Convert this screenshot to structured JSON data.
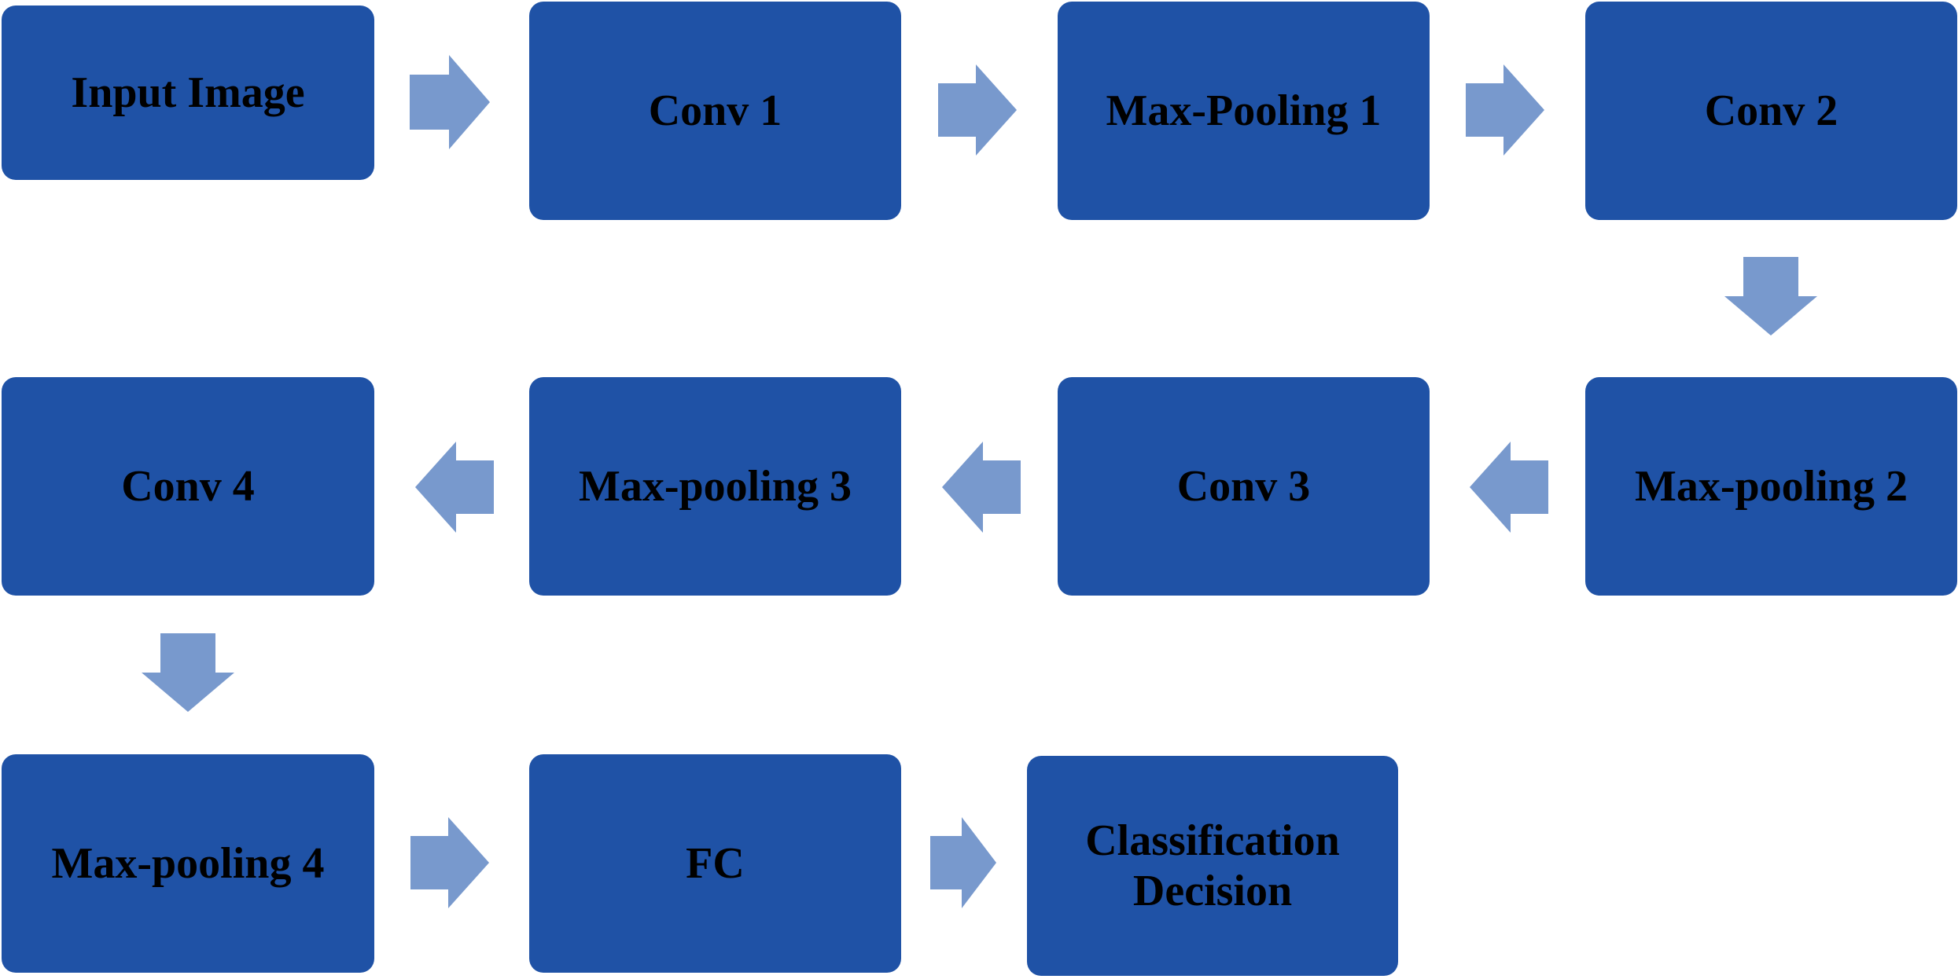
{
  "nodes": {
    "input_image": "Input Image",
    "conv1": "Conv 1",
    "maxpool1": "Max-Pooling 1",
    "conv2": "Conv 2",
    "maxpool2": "Max-pooling 2",
    "conv3": "Conv 3",
    "maxpool3": "Max-pooling 3",
    "conv4": "Conv 4",
    "maxpool4": "Max-pooling 4",
    "fc": "FC",
    "classification_line1": "Classification",
    "classification_line2": "Decision"
  },
  "colors": {
    "box": "#1f52a6",
    "arrow": "#7899cd",
    "label": "#000000"
  }
}
